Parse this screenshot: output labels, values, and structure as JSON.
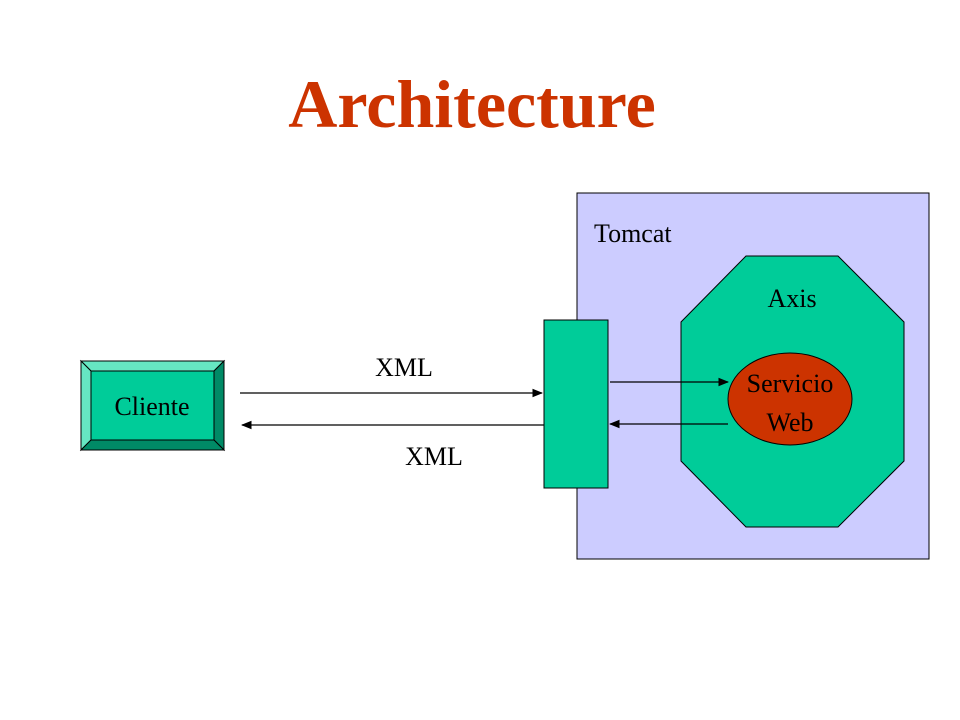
{
  "slide": {
    "title": "Architecture"
  },
  "diagram": {
    "tomcat_label": "Tomcat",
    "axis_label": "Axis",
    "service_line1": "Servicio",
    "service_line2": "Web",
    "client_label": "Cliente",
    "request_label": "XML",
    "response_label": "XML"
  },
  "colors": {
    "title": "#cc3300",
    "tomcat_fill": "#ccccff",
    "component_fill": "#00cc99",
    "service_fill": "#cc3300",
    "client_light_bevel": "#66e6c2",
    "client_dark_bevel": "#008a66"
  }
}
